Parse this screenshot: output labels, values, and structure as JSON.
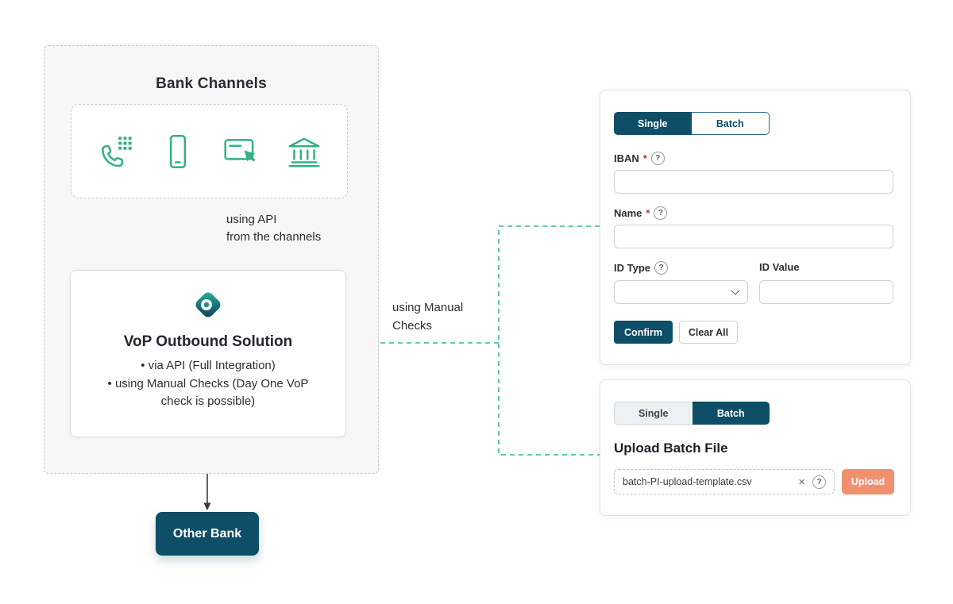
{
  "colors": {
    "navy": "#0e4e66",
    "icon_green": "#2fb380",
    "connector_teal": "#4cc3a5",
    "upload_salmon": "#f0906f"
  },
  "icons": {
    "help_glyph": "?",
    "close_glyph": "×"
  },
  "diagram": {
    "bank_channels_title": "Bank Channels",
    "channel_icons": [
      "phone-keypad",
      "smartphone",
      "card-tap",
      "bank-building"
    ],
    "api_line1": "using API",
    "api_line2": "from the channels",
    "manual_line1": "using Manual",
    "manual_line2": "Checks",
    "vop": {
      "title": "VoP Outbound Solution",
      "bullet1": "via API (Full Integration)",
      "bullet2": "using Manual Checks (Day One VoP check is possible)"
    },
    "other_bank_label": "Other Bank"
  },
  "single_form": {
    "tab_single": "Single",
    "tab_batch": "Batch",
    "required_marker": "*",
    "iban_label": "IBAN",
    "iban_value": "",
    "name_label": "Name",
    "name_value": "",
    "id_type_label": "ID Type",
    "id_type_value": "",
    "id_value_label": "ID Value",
    "id_value_value": "",
    "confirm_label": "Confirm",
    "clear_label": "Clear All"
  },
  "batch_form": {
    "tab_single": "Single",
    "tab_batch": "Batch",
    "title": "Upload Batch File",
    "file_name": "batch-PI-upload-template.csv",
    "upload_label": "Upload"
  }
}
